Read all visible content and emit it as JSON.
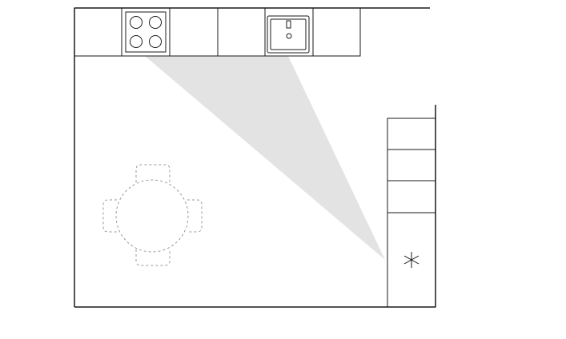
{
  "diagram": {
    "kind": "kitchen floor plan",
    "colors": {
      "line": "#1a1a1a",
      "furniture": "#9a9a9a",
      "triangle": "#e3e3e3",
      "background": "#ffffff"
    },
    "top_counter": {
      "cabinet_count": 6,
      "appliances": [
        {
          "slot": 2,
          "type": "cooktop",
          "icon": "cooktop-icon",
          "burners": 4
        },
        {
          "slot": 5,
          "type": "sink",
          "icon": "sink-icon"
        }
      ]
    },
    "right_counter": {
      "cabinet_count": 4,
      "appliances": [
        {
          "slot": 4,
          "type": "refrigerator",
          "icon": "refrigerator-asterisk-icon"
        }
      ]
    },
    "work_triangle": {
      "connects": [
        "cooktop",
        "sink",
        "refrigerator"
      ],
      "style": "grey fill"
    },
    "dining": {
      "table": "round",
      "chairs": 4,
      "style": "dashed outline"
    }
  }
}
